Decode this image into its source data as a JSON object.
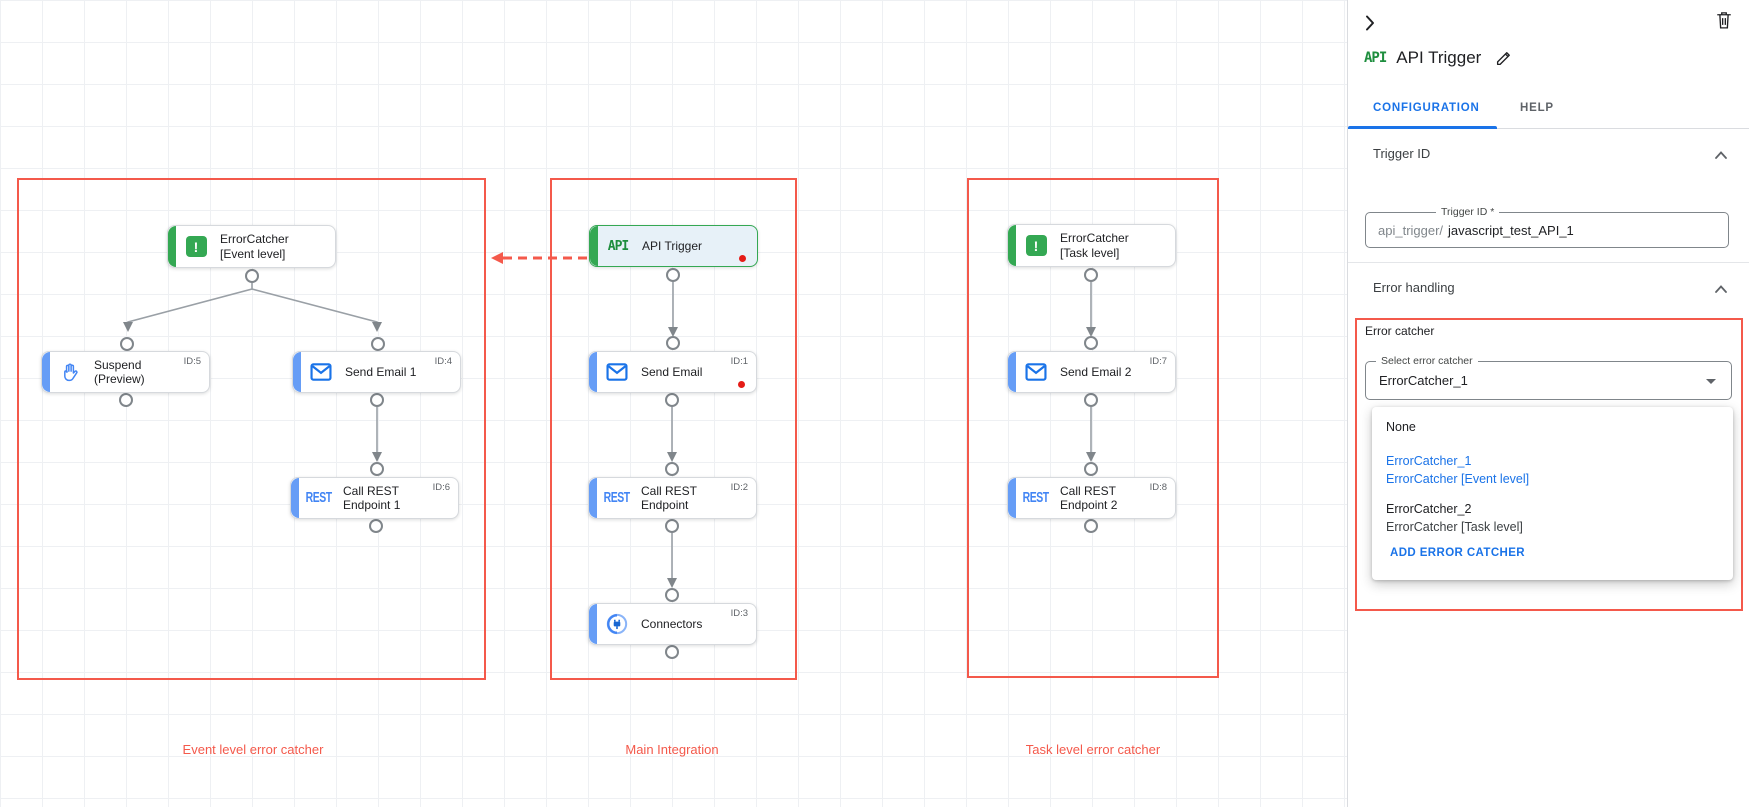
{
  "canvas": {
    "api_logo": "API",
    "rest_logo": "REST",
    "groups": [
      {
        "label": "Event level error catcher"
      },
      {
        "label": "Main Integration"
      },
      {
        "label": "Task level error catcher"
      }
    ],
    "nodes": [
      {
        "label": "ErrorCatcher [Event level]",
        "id_label": ""
      },
      {
        "label": "Suspend (Preview)",
        "id_label": "ID:5"
      },
      {
        "label": "Send Email 1",
        "id_label": "ID:4"
      },
      {
        "label": "Call REST Endpoint 1",
        "id_label": "ID:6"
      },
      {
        "label": "API Trigger",
        "id_label": ""
      },
      {
        "label": "Send Email",
        "id_label": "ID:1"
      },
      {
        "label": "Call REST Endpoint",
        "id_label": "ID:2"
      },
      {
        "label": "Connectors",
        "id_label": "ID:3"
      },
      {
        "label": "ErrorCatcher [Task level]",
        "id_label": ""
      },
      {
        "label": "Send Email 2",
        "id_label": "ID:7"
      },
      {
        "label": "Call REST Endpoint 2",
        "id_label": "ID:8"
      }
    ]
  },
  "panel": {
    "api_badge": "API",
    "title": "API Trigger",
    "tabs": [
      {
        "label": "CONFIGURATION",
        "active": true
      },
      {
        "label": "HELP",
        "active": false
      }
    ],
    "sections": {
      "trigger_id": {
        "heading": "Trigger ID",
        "field_label": "Trigger ID *",
        "prefix": "api_trigger/",
        "value": "javascript_test_API_1"
      },
      "error_handling": {
        "heading": "Error handling",
        "group_label": "Error catcher",
        "select_label": "Select error catcher",
        "select_value": "ErrorCatcher_1",
        "menu": {
          "none": "None",
          "options": [
            {
              "name": "ErrorCatcher_1",
              "desc": "ErrorCatcher [Event level]",
              "selected": true
            },
            {
              "name": "ErrorCatcher_2",
              "desc": "ErrorCatcher [Task level]",
              "selected": false
            }
          ],
          "add_button": "ADD ERROR CATCHER"
        }
      }
    }
  },
  "icons": {
    "collapse_panel": "chevron-right",
    "delete": "trash",
    "edit": "pencil",
    "section_collapse": "chevron-up",
    "select_dropdown": "triangle-down",
    "error_catcher": "exclamation-square",
    "suspend": "hand",
    "send_email": "envelope",
    "connectors": "plug-circle"
  },
  "colors": {
    "accent_blue": "#1a73e8",
    "node_bar_blue": "#669df6",
    "green": "#34a853",
    "group_red": "#f4594b",
    "error_dot_red": "#e51c17",
    "edge_gray": "#9aa0a6",
    "trigger_fill": "#e7f1f8"
  }
}
